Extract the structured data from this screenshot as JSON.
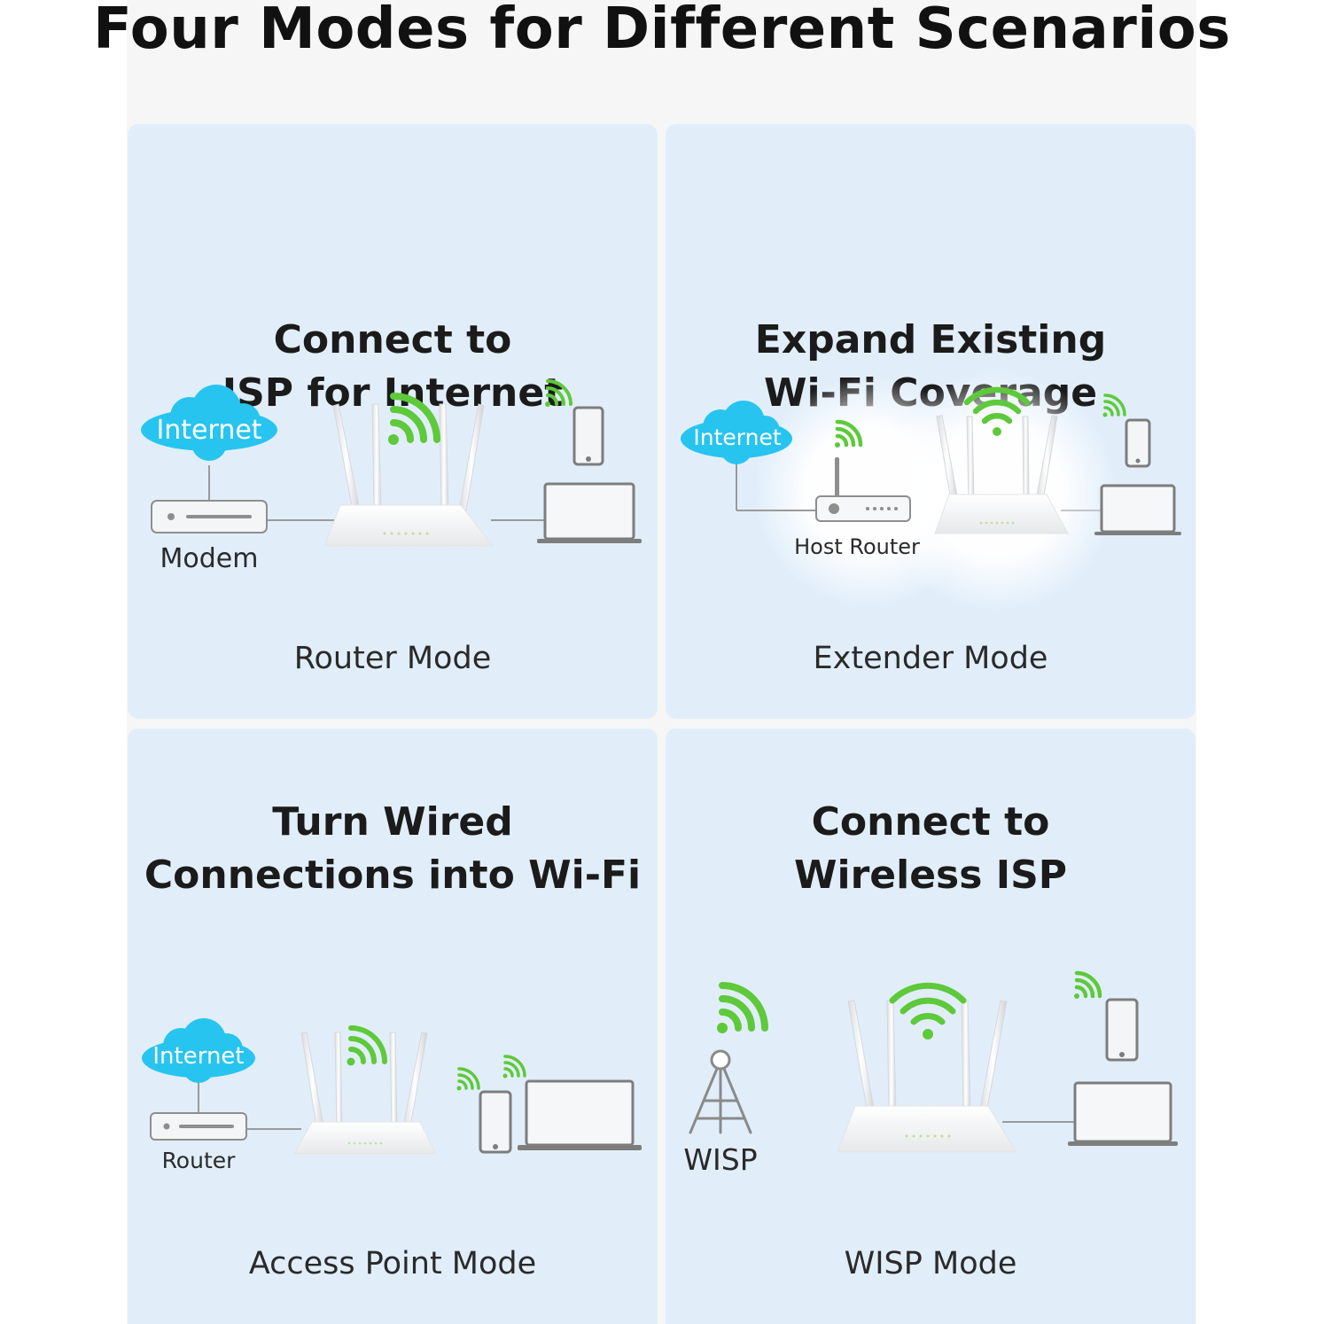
{
  "title": "Four Modes for Different Scenarios",
  "panels": [
    {
      "heading": [
        "Connect to",
        "ISP for Internet"
      ],
      "mode": "Router Mode",
      "labels": {
        "cloud": "Internet",
        "device": "Modem"
      }
    },
    {
      "heading": [
        "Expand Existing",
        "Wi-Fi Coverage"
      ],
      "mode": "Extender Mode",
      "labels": {
        "cloud": "Internet",
        "device": "Host Router"
      }
    },
    {
      "heading": [
        "Turn Wired",
        "Connections into Wi-Fi"
      ],
      "mode": "Access Point Mode",
      "labels": {
        "cloud": "Internet",
        "device": "Router"
      }
    },
    {
      "heading": [
        "Connect to",
        "Wireless ISP"
      ],
      "mode": "WISP Mode",
      "labels": {
        "tower": "WISP"
      }
    }
  ],
  "colors": {
    "panel_bg": "#e1eefa",
    "cloud": "#27c4f0",
    "wifi_signal": "#5ec93a",
    "line": "#9a9a9a",
    "device_outline": "#8e8e8e"
  },
  "icons": [
    "cloud-icon",
    "modem-icon",
    "router-icon",
    "wifi-icon",
    "phone-icon",
    "laptop-icon",
    "tower-icon"
  ]
}
